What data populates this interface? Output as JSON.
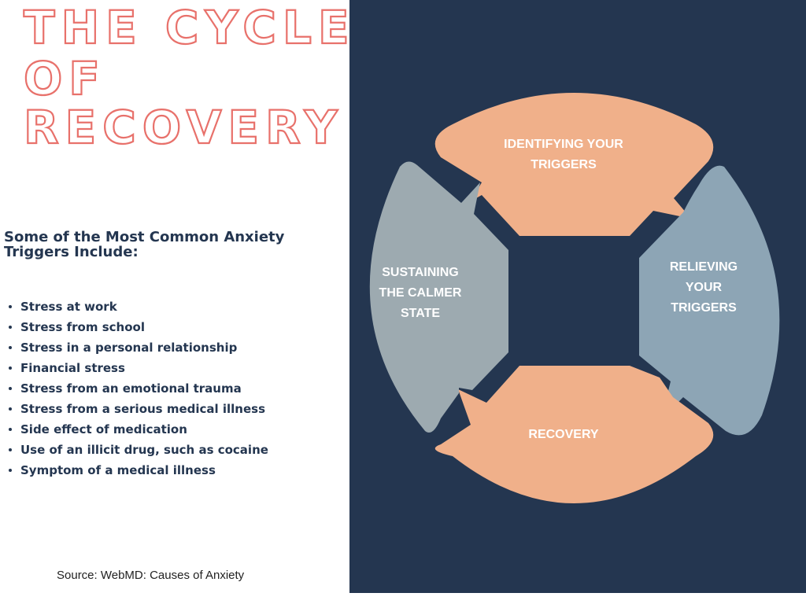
{
  "title": {
    "line1": "THE CYCLE",
    "line2": "OF",
    "line3": "RECOVERY"
  },
  "subheading": "Some of the Most Common Anxiety Triggers Include:",
  "triggers": [
    "Stress at work",
    "Stress from school",
    "Stress in a personal relationship",
    "Financial stress",
    "Stress from an emotional trauma",
    "Stress from a serious medical illness",
    "Side effect of medication",
    "Use of an illicit drug, such as cocaine",
    "Symptom of a medical illness"
  ],
  "source": "Source: WebMD: Causes of Anxiety",
  "cycle": {
    "top": {
      "lines": [
        "IDENTIFYING YOUR",
        "TRIGGERS"
      ]
    },
    "right": {
      "lines": [
        "RELIEVING",
        "YOUR",
        "TRIGGERS"
      ]
    },
    "bottom": {
      "lines": [
        "RECOVERY"
      ]
    },
    "left": {
      "lines": [
        "SUSTAINING",
        "THE CALMER",
        "STATE"
      ]
    }
  },
  "colors": {
    "navy": "#243650",
    "salmon": "#f0b08a",
    "blue_gray": "#8da5b5",
    "slate": "#9daab0",
    "title_outline": "#e8716b"
  }
}
